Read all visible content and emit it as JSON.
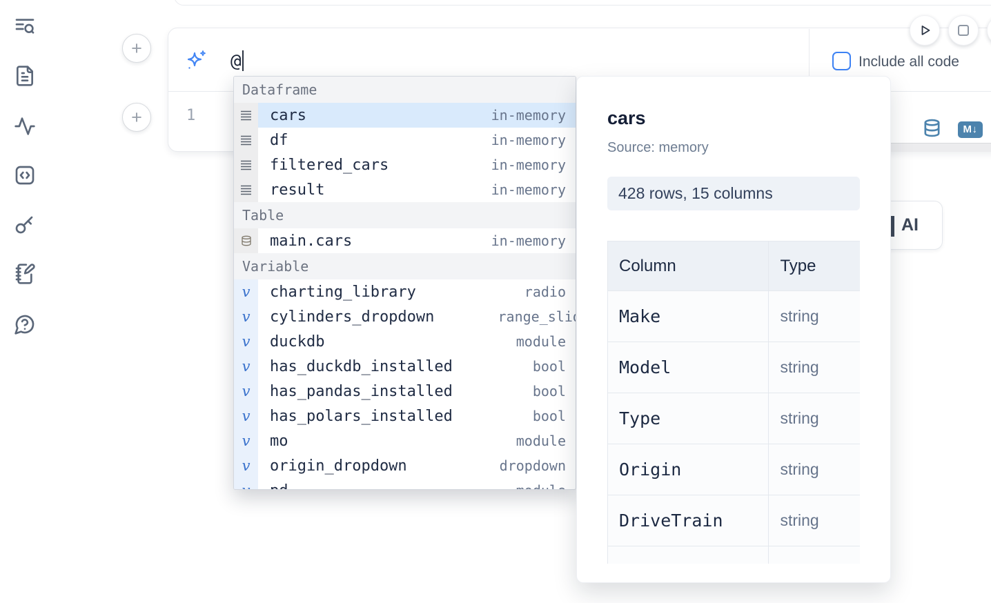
{
  "colors": {
    "accent_blue": "#3d82f4",
    "steel_blue": "#4c83ad",
    "selection_blue": "#d9eafc"
  },
  "sidebar": {
    "items": [
      {
        "icon": "list-search-icon"
      },
      {
        "icon": "file-text-icon"
      },
      {
        "icon": "activity-icon"
      },
      {
        "icon": "code-square-icon"
      },
      {
        "icon": "key-icon"
      },
      {
        "icon": "notebook-pen-icon"
      },
      {
        "icon": "help-circle-icon"
      }
    ]
  },
  "toolbar": {
    "run_icon": "play-icon",
    "stop_icon": "stop-icon"
  },
  "ai_prompt": {
    "value": "@",
    "include_all_code_label": "Include all code"
  },
  "cell": {
    "line_number": "1",
    "markdown_badge": "M↓"
  },
  "autocomplete": {
    "sections": [
      {
        "label": "Dataframe",
        "items": [
          {
            "name": "cars",
            "type": "in-memory"
          },
          {
            "name": "df",
            "type": "in-memory"
          },
          {
            "name": "filtered_cars",
            "type": "in-memory"
          },
          {
            "name": "result",
            "type": "in-memory"
          }
        ]
      },
      {
        "label": "Table",
        "items": [
          {
            "name": "main.cars",
            "type": "in-memory"
          }
        ]
      },
      {
        "label": "Variable",
        "items": [
          {
            "name": "charting_library",
            "type": "radio"
          },
          {
            "name": "cylinders_dropdown",
            "type": "range_slider"
          },
          {
            "name": "duckdb",
            "type": "module"
          },
          {
            "name": "has_duckdb_installed",
            "type": "bool"
          },
          {
            "name": "has_pandas_installed",
            "type": "bool"
          },
          {
            "name": "has_polars_installed",
            "type": "bool"
          },
          {
            "name": "mo",
            "type": "module"
          },
          {
            "name": "origin_dropdown",
            "type": "dropdown"
          },
          {
            "name": "pd",
            "type": "module"
          }
        ]
      }
    ]
  },
  "preview": {
    "title": "cars",
    "source_label": "Source: memory",
    "shape_badge": "428 rows, 15 columns",
    "table": {
      "headers": [
        "Column",
        "Type"
      ],
      "rows": [
        {
          "column": "Make",
          "type": "string"
        },
        {
          "column": "Model",
          "type": "string"
        },
        {
          "column": "Type",
          "type": "string"
        },
        {
          "column": "Origin",
          "type": "string"
        },
        {
          "column": "DriveTrain",
          "type": "string"
        }
      ]
    }
  },
  "ai_card": {
    "label": "AI"
  }
}
